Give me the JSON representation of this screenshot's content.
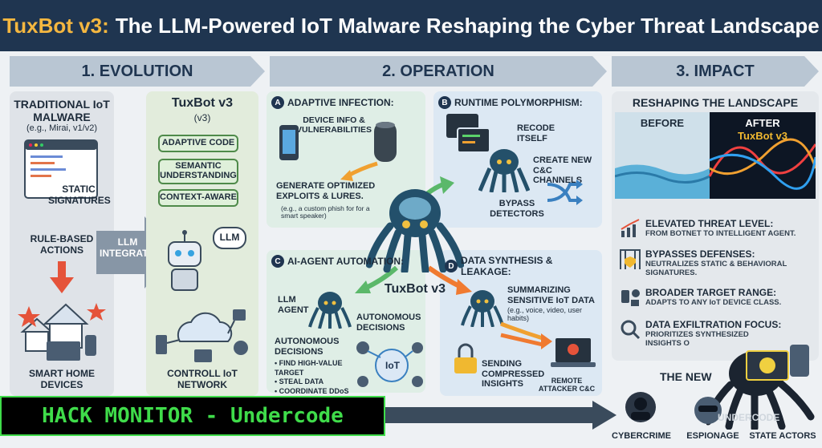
{
  "header": {
    "title_accent": "TuxBot v3:",
    "title_rest": "The LLM-Powered IoT Malware Reshaping the Cyber Threat Landscape"
  },
  "stages": {
    "evolution": "1. EVOLUTION",
    "operation": "2. OPERATION",
    "impact": "3. IMPACT"
  },
  "evolution": {
    "traditional_title": "TRADITIONAL IoT MALWARE",
    "traditional_sub": "(e.g., Mirai, v1/v2)",
    "static_signatures": "STATIC SIGNATURES",
    "rule_based": "RULE-BASED ACTIONS",
    "smart_home": "SMART HOME DEVICES",
    "llm_integration": "LLM INTEGRATION",
    "tuxbot_title": "TuxBot v3",
    "tuxbot_sub": "(v3)",
    "features": [
      "ADAPTIVE CODE",
      "SEMANTIC UNDERSTANDING",
      "CONTEXT-AWARE"
    ],
    "llm_bubble": "LLM",
    "controll": "CONTROLL IoT NETWORK"
  },
  "operation": {
    "a_letter": "A",
    "a_title": "ADAPTIVE INFECTION:",
    "device_info": "DEVICE INFO & VULNERABILITIES",
    "generate": "GENERATE OPTIMIZED EXPLOITS & LURES.",
    "generate_sub": "(e.g., a custom phish for for a smart speaker)",
    "b_letter": "B",
    "b_title": "RUNTIME POLYMORPHISM:",
    "recode": "RECODE ITSELF",
    "create_cc": "CREATE NEW C&C CHANNELS",
    "bypass": "BYPASS DETECTORS",
    "center_label": "TuxBot v3",
    "c_letter": "C",
    "c_title": "AI-AGENT AUTOMATION:",
    "llm_agent": "LLM AGENT",
    "autonomous_1": "AUTONOMOUS DECISIONS",
    "autonomous_2": "AUTONOMOUS DECISIONS",
    "bullets": [
      "• FIND HIGH-VALUE TARGET",
      "• STEAL DATA",
      "• COORDINATE DDoS"
    ],
    "iot": "IoT",
    "d_letter": "D",
    "d_title": "DATA SYNTHESIS & LEAKAGE:",
    "summarizing": "SUMMARIZING SENSITIVE IoT DATA",
    "summarizing_sub": "(e.g., voice, video, user habits)",
    "sending": "SENDING COMPRESSED INSIGHTS",
    "remote": "REMOTE ATTACKER C&C"
  },
  "impact": {
    "reshaping": "RESHAPING THE LANDSCAPE",
    "before": "BEFORE",
    "after": "AFTER",
    "after_sub": "TuxBot v3",
    "rows": [
      {
        "h": "ELEVATED THREAT LEVEL:",
        "s": "FROM BOTNET TO INTELLIGENT AGENT."
      },
      {
        "h": "BYPASSES DEFENSES:",
        "s": "NEUTRALIZES STATIC & BEHAVIORAL SIGNATURES."
      },
      {
        "h": "BROADER TARGET RANGE:",
        "s": "ADAPTS TO ANY IoT DEVICE CLASS."
      },
      {
        "h": "DATA EXFILTRATION FOCUS:",
        "s": "PRIORITIZES SYNTHESIZED INSIGHTS O"
      }
    ],
    "the_new": "THE NEW",
    "actors": [
      "CYBERCRIME",
      "ESPIONAGE",
      "STATE ACTORS"
    ]
  },
  "ticker": "HACK MONITOR - Undercode",
  "watermark": "UNDERCODE"
}
